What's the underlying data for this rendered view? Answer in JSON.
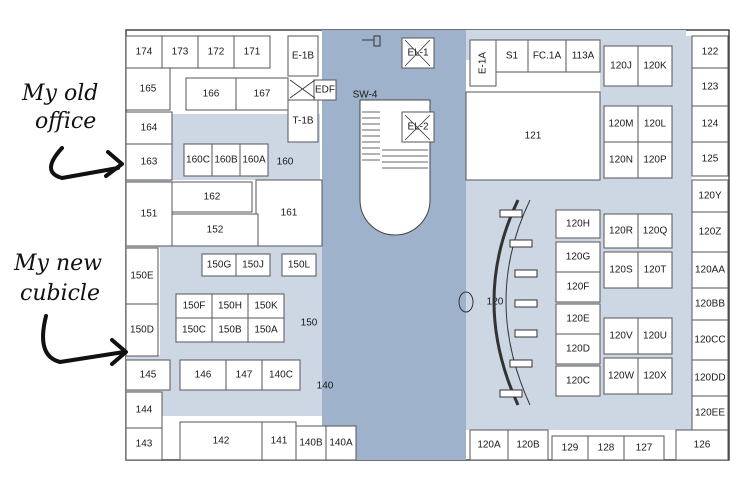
{
  "annotations": {
    "old_office_line1": "My old",
    "old_office_line2": "office",
    "new_cubicle_line1": "My new",
    "new_cubicle_line2": "cubicle"
  },
  "shaft_label": "SW-4",
  "rooms": [
    {
      "id": "r174",
      "label": "174"
    },
    {
      "id": "r173",
      "label": "173"
    },
    {
      "id": "r172",
      "label": "172"
    },
    {
      "id": "r171",
      "label": "171"
    },
    {
      "id": "rE1B",
      "label": "E-1B"
    },
    {
      "id": "rT1B",
      "label": "T-1B"
    },
    {
      "id": "rEDF",
      "label": "EDF"
    },
    {
      "id": "r165",
      "label": "165"
    },
    {
      "id": "r166",
      "label": "166"
    },
    {
      "id": "r167",
      "label": "167"
    },
    {
      "id": "r164",
      "label": "164"
    },
    {
      "id": "r163",
      "label": "163"
    },
    {
      "id": "r160C",
      "label": "160C"
    },
    {
      "id": "r160B",
      "label": "160B"
    },
    {
      "id": "r160A",
      "label": "160A"
    },
    {
      "id": "r160",
      "label": "160"
    },
    {
      "id": "r162",
      "label": "162"
    },
    {
      "id": "r151",
      "label": "151"
    },
    {
      "id": "r161",
      "label": "161"
    },
    {
      "id": "r152",
      "label": "152"
    },
    {
      "id": "r150G",
      "label": "150G"
    },
    {
      "id": "r150J",
      "label": "150J"
    },
    {
      "id": "r150L",
      "label": "150L"
    },
    {
      "id": "r150E",
      "label": "150E"
    },
    {
      "id": "r150F",
      "label": "150F"
    },
    {
      "id": "r150H",
      "label": "150H"
    },
    {
      "id": "r150K",
      "label": "150K"
    },
    {
      "id": "r150C",
      "label": "150C"
    },
    {
      "id": "r150B",
      "label": "150B"
    },
    {
      "id": "r150A",
      "label": "150A"
    },
    {
      "id": "r150D",
      "label": "150D"
    },
    {
      "id": "r150",
      "label": "150"
    },
    {
      "id": "r145",
      "label": "145"
    },
    {
      "id": "r146",
      "label": "146"
    },
    {
      "id": "r147",
      "label": "147"
    },
    {
      "id": "r140C",
      "label": "140C"
    },
    {
      "id": "r140",
      "label": "140"
    },
    {
      "id": "r144",
      "label": "144"
    },
    {
      "id": "r143",
      "label": "143"
    },
    {
      "id": "r142",
      "label": "142"
    },
    {
      "id": "r141",
      "label": "141"
    },
    {
      "id": "r140B",
      "label": "140B"
    },
    {
      "id": "r140A",
      "label": "140A"
    },
    {
      "id": "rEL1",
      "label": "EL-1"
    },
    {
      "id": "rEL2",
      "label": "EL-2"
    },
    {
      "id": "rE1A",
      "label": "E-1A"
    },
    {
      "id": "rS1",
      "label": "S1"
    },
    {
      "id": "rFC1A",
      "label": "FC.1A"
    },
    {
      "id": "r113A",
      "label": "113A"
    },
    {
      "id": "r120J",
      "label": "120J"
    },
    {
      "id": "r120K",
      "label": "120K"
    },
    {
      "id": "r122",
      "label": "122"
    },
    {
      "id": "r123",
      "label": "123"
    },
    {
      "id": "r121",
      "label": "121"
    },
    {
      "id": "r120M",
      "label": "120M"
    },
    {
      "id": "r120L",
      "label": "120L"
    },
    {
      "id": "r124",
      "label": "124"
    },
    {
      "id": "r120N",
      "label": "120N"
    },
    {
      "id": "r120P",
      "label": "120P"
    },
    {
      "id": "r125",
      "label": "125"
    },
    {
      "id": "r120Y",
      "label": "120Y"
    },
    {
      "id": "r120H",
      "label": "120H"
    },
    {
      "id": "r120R",
      "label": "120R"
    },
    {
      "id": "r120Q",
      "label": "120Q"
    },
    {
      "id": "r120Z",
      "label": "120Z"
    },
    {
      "id": "r120G",
      "label": "120G"
    },
    {
      "id": "r120S",
      "label": "120S"
    },
    {
      "id": "r120T",
      "label": "120T"
    },
    {
      "id": "r120AA",
      "label": "120AA"
    },
    {
      "id": "r120",
      "label": "120"
    },
    {
      "id": "r120F",
      "label": "120F"
    },
    {
      "id": "r120BB",
      "label": "120BB"
    },
    {
      "id": "r120E",
      "label": "120E"
    },
    {
      "id": "r120V",
      "label": "120V"
    },
    {
      "id": "r120U",
      "label": "120U"
    },
    {
      "id": "r120CC",
      "label": "120CC"
    },
    {
      "id": "r120D",
      "label": "120D"
    },
    {
      "id": "r120C",
      "label": "120C"
    },
    {
      "id": "r120W",
      "label": "120W"
    },
    {
      "id": "r120X",
      "label": "120X"
    },
    {
      "id": "r120DD",
      "label": "120DD"
    },
    {
      "id": "r120EE",
      "label": "120EE"
    },
    {
      "id": "r120A",
      "label": "120A"
    },
    {
      "id": "r120B",
      "label": "120B"
    },
    {
      "id": "r129",
      "label": "129"
    },
    {
      "id": "r128",
      "label": "128"
    },
    {
      "id": "r127",
      "label": "127"
    },
    {
      "id": "r126",
      "label": "126"
    }
  ]
}
